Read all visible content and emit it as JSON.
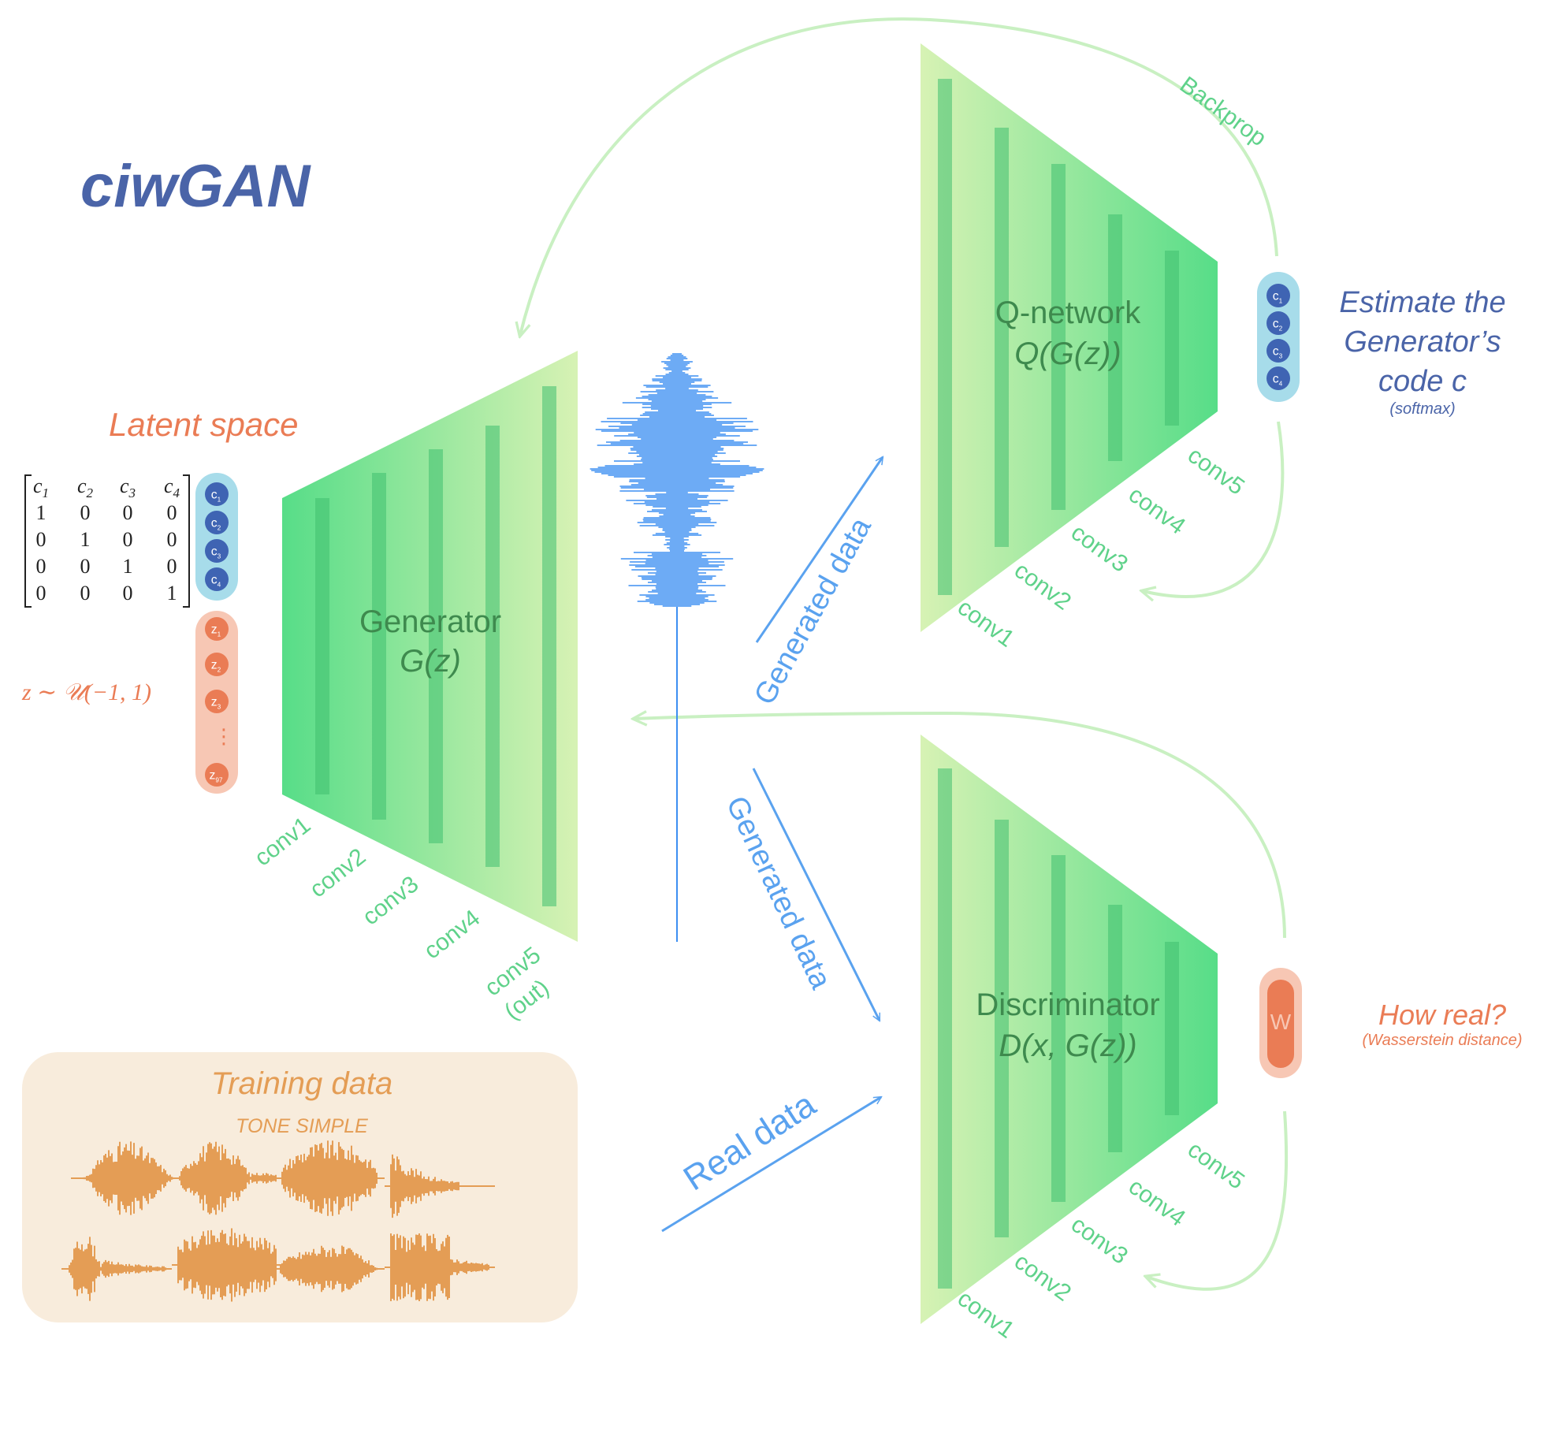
{
  "title": "ciwGAN",
  "latent": {
    "heading": "Latent space",
    "matrix_header": [
      "c1",
      "c2",
      "c3",
      "c4"
    ],
    "matrix_rows": [
      [
        "1",
        "0",
        "0",
        "0"
      ],
      [
        "0",
        "1",
        "0",
        "0"
      ],
      [
        "0",
        "0",
        "1",
        "0"
      ],
      [
        "0",
        "0",
        "0",
        "1"
      ]
    ],
    "code_nodes": [
      "c1",
      "c2",
      "c3",
      "c4"
    ],
    "z_nodes": [
      "z1",
      "z2",
      "z3",
      "z97"
    ],
    "z_ellipsis": "⋮",
    "z_distribution": "z ∼ 𝒰(−1, 1)"
  },
  "generator": {
    "name": "Generator",
    "fn": "G(z)",
    "layers": [
      "conv1",
      "conv2",
      "conv3",
      "conv4",
      "conv5",
      "(out)"
    ]
  },
  "qnetwork": {
    "name": "Q-network",
    "fn": "Q(G(z))",
    "layers": [
      "conv1",
      "conv2",
      "conv3",
      "conv4",
      "conv5"
    ]
  },
  "discriminator": {
    "name": "Discriminator",
    "fn": "D(x, G(z))",
    "layers": [
      "conv1",
      "conv2",
      "conv3",
      "conv4",
      "conv5"
    ]
  },
  "estimate": {
    "line1": "Estimate the",
    "line2": "Generator’s",
    "line3": "code c",
    "note": "(softmax)",
    "nodes": [
      "c1",
      "c2",
      "c3",
      "c4"
    ]
  },
  "howreal": {
    "label": "How real?",
    "note": "(Wasserstein distance)",
    "node": "W"
  },
  "arrows": {
    "generated_q": "Generated data",
    "generated_d": "Generated data",
    "real": "Real data",
    "backprop": "Backprop"
  },
  "training": {
    "heading": "Training data",
    "sub": "TONE SIMPLE"
  },
  "colors": {
    "title": "#4a64a8",
    "latent_orange": "#ea7c55",
    "code_blue": "#3f64b3",
    "code_capsule": "#a7dcea",
    "z_capsule": "#f7c7b4",
    "layer_green": "#40c070",
    "net_dark_green": "#57dd88",
    "net_light_green": "#d7f2b4",
    "wave_blue": "#3d8ff2",
    "arrow_blue": "#5aa2ef",
    "feedback_green": "#c9f0c2",
    "training_bg": "#f8ecdc",
    "training_wave": "#e49d55"
  }
}
